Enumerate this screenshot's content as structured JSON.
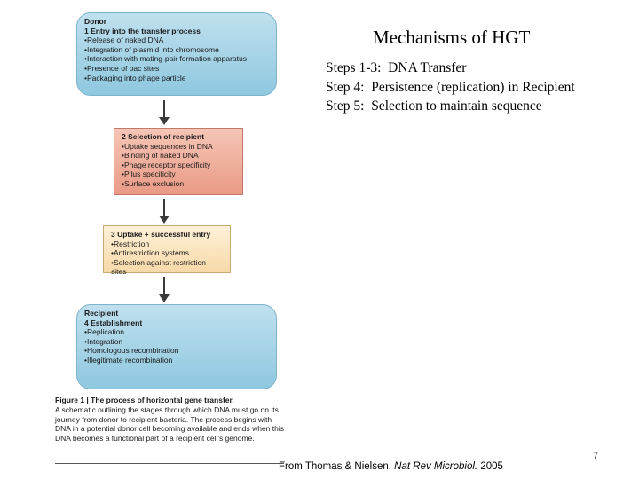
{
  "slide": {
    "title": "Mechanisms of HGT",
    "steps": [
      "Steps 1-3:  DNA Transfer",
      "Step 4:  Persistence (replication) in Recipient",
      "Step 5:  Selection to maintain sequence"
    ],
    "page_number": "7",
    "source_prefix": "From Thomas & Nielsen. ",
    "source_journal": "Nat Rev Microbiol.",
    "source_year": " 2005"
  },
  "figure": {
    "donor": {
      "header": "Donor",
      "step": "1  Entry into the transfer process",
      "items": [
        "Release of naked DNA",
        "Integration of plasmid into chromosome",
        "Interaction with mating-pair formation apparatus",
        "Presence of pac sites",
        "Packaging into phage particle"
      ]
    },
    "selection": {
      "step": "2  Selection of recipient",
      "items": [
        "Uptake sequences in DNA",
        "Binding of naked DNA",
        "Phage receptor specificity",
        "Pilus specificity",
        "Surface exclusion"
      ]
    },
    "uptake": {
      "step": "3  Uptake + successful entry",
      "items": [
        "Restriction",
        "Antirestriction systems",
        "Selection against restriction sites"
      ]
    },
    "recipient": {
      "header": "Recipient",
      "step": "4  Establishment",
      "items": [
        "Replication",
        "Integration",
        "Homologous recombination",
        "Illegitimate recombination"
      ]
    },
    "caption": {
      "title": "Figure 1 | The process of horizontal gene transfer.",
      "body": "A schematic outlining the stages through which DNA must go on its journey from donor to recipient bacteria. The process begins with DNA in a potential donor cell becoming available and ends when this DNA becomes a functional part of a recipient cell's genome."
    }
  },
  "colors": {
    "blue_box": "#8fc8e0",
    "red_box": "#e99a86",
    "yellow_box": "#f7d9a9",
    "arrow": "#3a3a3a"
  }
}
